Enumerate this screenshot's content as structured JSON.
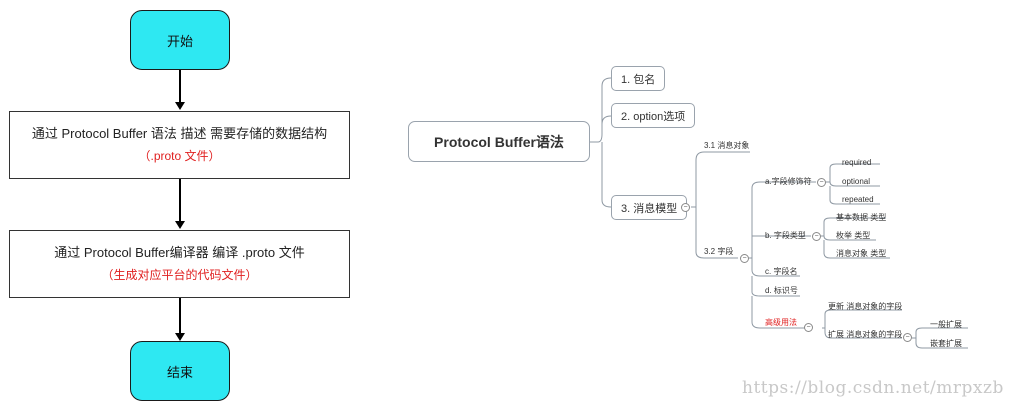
{
  "flowchart": {
    "start_label": "开始",
    "step1_line1": "通过 Protocol Buffer 语法 描述 需要存储的数据结构",
    "step1_line2": "（.proto 文件）",
    "step2_line1": "通过 Protocol Buffer编译器 编译 .proto 文件",
    "step2_line2": "（生成对应平台的代码文件）",
    "end_label": "结束"
  },
  "mindmap": {
    "root": "Protocol Buffer语法",
    "branch1": "1. 包名",
    "branch2": "2. option选项",
    "branch3": "3. 消息模型",
    "msg_object": "3.1 消息对象",
    "field": "3.2 字段",
    "modifier": "a.字段修饰符",
    "modifier_items": [
      "required",
      "optional",
      "repeated"
    ],
    "field_type": "b. 字段类型",
    "field_type_items": [
      "基本数据 类型",
      "枚举 类型",
      "消息对象 类型"
    ],
    "field_name": "c. 字段名",
    "tag": "d. 标识号",
    "advanced": "高级用法",
    "update": "更新 消息对象的字段",
    "extend": "扩展 消息对象的字段",
    "extend_items": [
      "一般扩展",
      "嵌套扩展"
    ],
    "collapse_symbol": "−"
  },
  "watermark": "https://blog.csdn.net/mrpxzb"
}
